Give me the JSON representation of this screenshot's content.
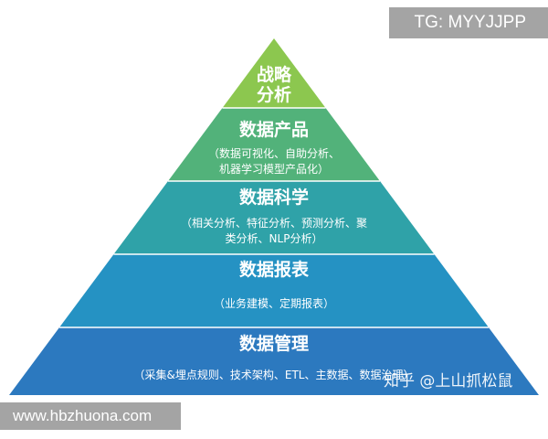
{
  "pyramid": {
    "levels": [
      {
        "title_lines": [
          "战略",
          "分析"
        ],
        "desc_lines": [],
        "color": "#8cc74f"
      },
      {
        "title_lines": [
          "数据产品"
        ],
        "desc_lines": [
          "（数据可视化、自助分析、",
          "机器学习模型产品化）"
        ],
        "color": "#52b27a"
      },
      {
        "title_lines": [
          "数据科学"
        ],
        "desc_lines": [
          "（相关分析、特征分析、预测分析、聚",
          "类分析、NLP分析）"
        ],
        "color": "#2fa2a8"
      },
      {
        "title_lines": [
          "数据报表"
        ],
        "desc_lines": [
          "（业务建模、定期报表）"
        ],
        "color": "#2592c3"
      },
      {
        "title_lines": [
          "数据管理"
        ],
        "desc_lines": [
          "（采集&埋点规则、技术架构、ETL、主数据、数据治理）"
        ],
        "color": "#2c79bf"
      }
    ]
  },
  "watermarks": {
    "tg": "TG: MYYJJPP",
    "url": "www.hbzhuona.com",
    "zhihu": "知乎 @上山抓松鼠"
  }
}
